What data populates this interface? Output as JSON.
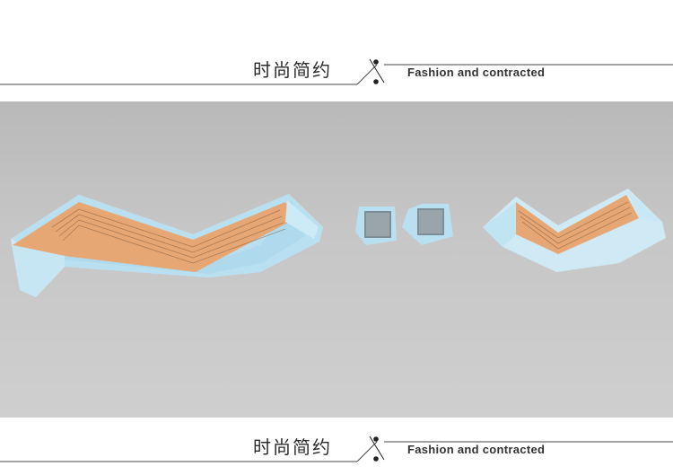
{
  "header_top": {
    "title_zh": "时尚简约",
    "title_en": "Fashion and contracted"
  },
  "header_bottom": {
    "title_zh": "时尚简约",
    "title_en": "Fashion and contracted"
  },
  "colors": {
    "wood": "#e7a775",
    "frame": "#b8e0f0",
    "background": "#c4c4c4"
  },
  "product_photo": {
    "items": [
      "long-bench",
      "square-stool-left",
      "square-stool-right",
      "short-bench"
    ]
  }
}
